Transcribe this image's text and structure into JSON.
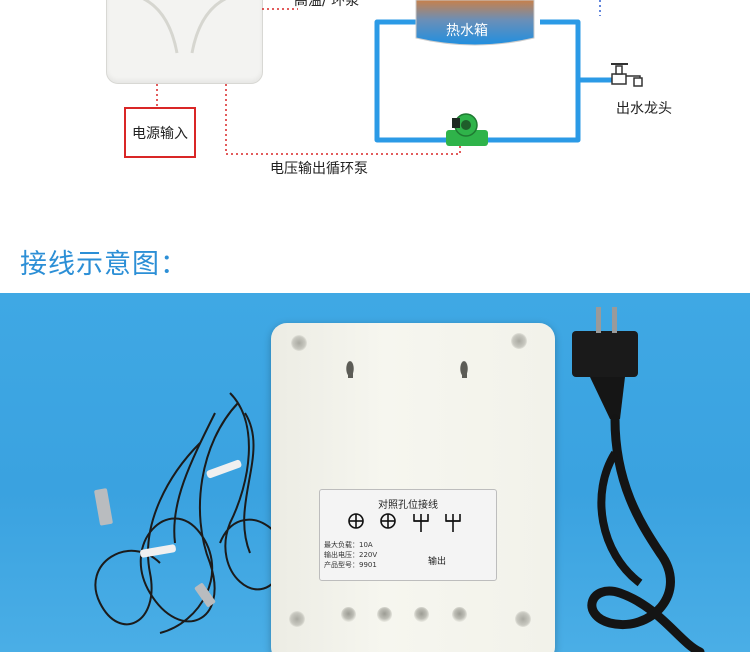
{
  "diagram": {
    "power_input_label": "电源输入",
    "pump_label": "电压输出循环泵",
    "tank_label": "热水箱",
    "faucet_label": "出水龙头",
    "top_clipped_label": "高温/ 环泵",
    "colors": {
      "pipe": "#2b9ae6",
      "tank_top": "#c8804a",
      "tank_bottom": "#1f8fe0",
      "red_dotted": "#d92626",
      "blue_dotted": "#2f5fd0",
      "pump_green": "#2fb34a"
    }
  },
  "heading": "接线示意图：",
  "photo": {
    "plate_title": "对照孔位接线",
    "spec_lines": [
      "最大负载：10A",
      "输出电压：220V",
      "产品型号：9901"
    ],
    "output_label": "输出",
    "icons": [
      "earth-symbol-icon",
      "earth-symbol-icon",
      "fuse-symbol-icon",
      "fuse-symbol-icon"
    ]
  }
}
